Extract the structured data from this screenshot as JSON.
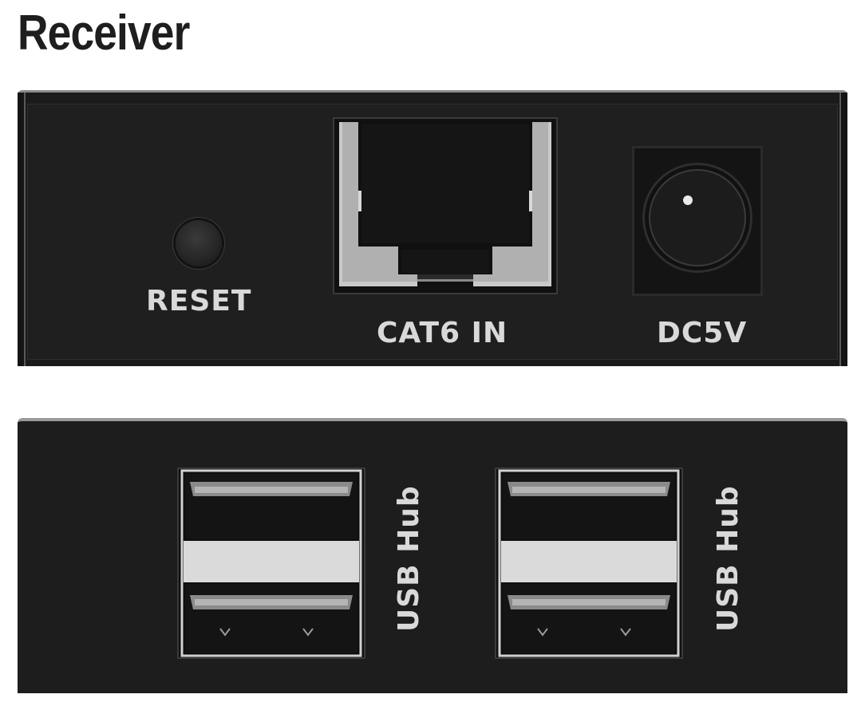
{
  "title": "Receiver",
  "front_panel": {
    "reset_label": "RESET",
    "cat6_label": "CAT6 IN",
    "power_label": "DC5V"
  },
  "rear_panel": {
    "usb_label_1": "USB Hub",
    "usb_label_2": "USB Hub"
  },
  "colors": {
    "panel": "#1b1b1b",
    "label": "#d9d9d9",
    "metal": "#c8c8c8"
  }
}
